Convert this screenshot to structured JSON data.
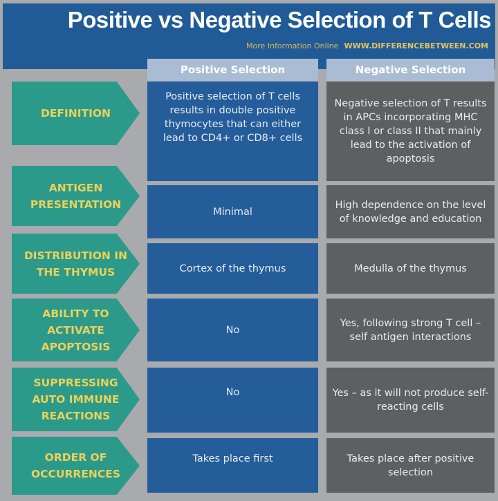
{
  "header": {
    "title": "Positive vs Negative Selection of T Cells",
    "more_info": "More Information Online",
    "website": "WWW.DIFFERENCEBETWEEN.COM"
  },
  "columns": [
    "Positive Selection",
    "Negative Selection"
  ],
  "colors": {
    "header": "#215b97",
    "positive": "#245d9a",
    "negative": "#5e5f61",
    "label": "#2b9a8b",
    "label_text": "#ecd158",
    "background": "#a8aaad"
  },
  "rows": [
    {
      "label": "DEFINITION",
      "positive": "Positive selection of T cells results in double positive thymocytes that can either lead to CD4+ or CD8+ cells",
      "negative": "Negative selection of T results in APCs incorporating MHC class I or class II that mainly lead to the activation of apoptosis"
    },
    {
      "label": "ANTIGEN PRESENTATION",
      "positive": "Minimal",
      "negative": "High dependence on the level of knowledge and education"
    },
    {
      "label": "DISTRIBUTION IN THE THYMUS",
      "positive": "Cortex of the thymus",
      "negative": "Medulla of the thymus"
    },
    {
      "label": "ABILITY TO ACTIVATE APOPTOSIS",
      "positive": "No",
      "negative": "Yes, following strong T cell – self antigen interactions"
    },
    {
      "label": "SUPPRESSING AUTO IMMUNE REACTIONS",
      "positive": "No",
      "negative": "Yes – as it will not produce self-reacting cells"
    },
    {
      "label": "ORDER OF OCCURRENCES",
      "positive": "Takes place first",
      "negative": "Takes place after positive selection"
    }
  ]
}
